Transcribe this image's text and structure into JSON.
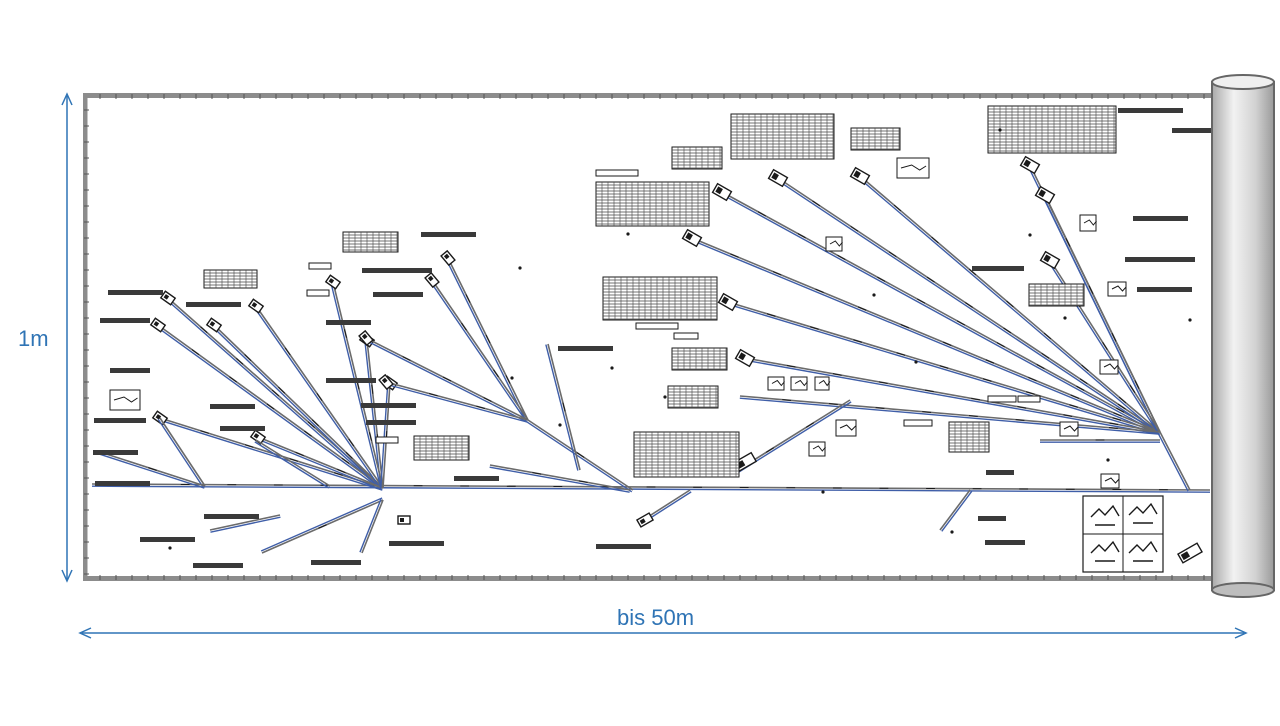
{
  "dimensions": {
    "height_label": "1m",
    "width_label": "bis 50m"
  },
  "colors": {
    "dimension_line": "#2f74b5",
    "sheet_border": "#8c8c8c",
    "harness_blue": "#3f5ea8",
    "harness_gray": "#6b6b6b",
    "ink": "#1a1a1a",
    "roll_fill": "#d9d9d9"
  },
  "icons": {
    "height_arrow": "double-arrow-vertical",
    "width_arrow": "double-arrow-horizontal",
    "roll": "paper-roll-cylinder"
  }
}
